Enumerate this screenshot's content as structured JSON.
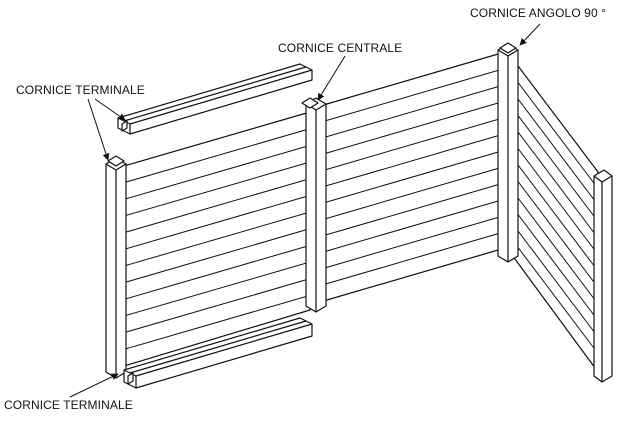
{
  "labels": {
    "corner_frame": "CORNICE  ANGOLO 90 °",
    "central_frame": "CORNICE CENTRALE",
    "terminal_frame_top": "CORNICE TERMINALE",
    "terminal_frame_bottom": "CORNICE TERMINALE"
  }
}
